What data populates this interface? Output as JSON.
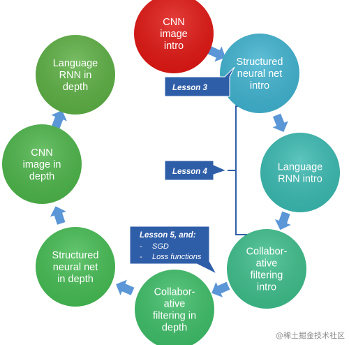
{
  "nodes": [
    {
      "id": "cnn-intro",
      "lines": [
        "CNN",
        "image",
        "intro"
      ],
      "color": "#e01612"
    },
    {
      "id": "structured-intro",
      "lines": [
        "Structured",
        "neural net",
        "intro"
      ],
      "color": "#3fb2cf"
    },
    {
      "id": "language-intro",
      "lines": [
        "Language",
        "RNN intro"
      ],
      "color": "#39b9b0"
    },
    {
      "id": "collab-intro",
      "lines": [
        "Collabor-",
        "ative",
        "filtering",
        "intro"
      ],
      "color": "#3dbd8a"
    },
    {
      "id": "collab-depth",
      "lines": [
        "Collabor-",
        "ative",
        "filtering in",
        "depth"
      ],
      "color": "#3dbd67"
    },
    {
      "id": "structured-depth",
      "lines": [
        "Structured",
        "neural net",
        "in depth"
      ],
      "color": "#44bb52"
    },
    {
      "id": "cnn-depth",
      "lines": [
        "CNN",
        "image in",
        "depth"
      ],
      "color": "#4cb449"
    },
    {
      "id": "language-depth",
      "lines": [
        "Language",
        "RNN in",
        "depth"
      ],
      "color": "#5caf43"
    }
  ],
  "callouts": {
    "lesson3": "Lesson 3",
    "lesson4": "Lesson 4",
    "lesson5": "Lesson 5",
    "lesson5_suffix": ", and:",
    "lesson5_items": [
      "SGD",
      "Loss functions"
    ]
  },
  "colors": {
    "callout_fill": "#2f5ea8",
    "bracket": "#2f5ea8",
    "arrow": "#5b96d6"
  },
  "watermark": "@稀土掘金技术社区"
}
